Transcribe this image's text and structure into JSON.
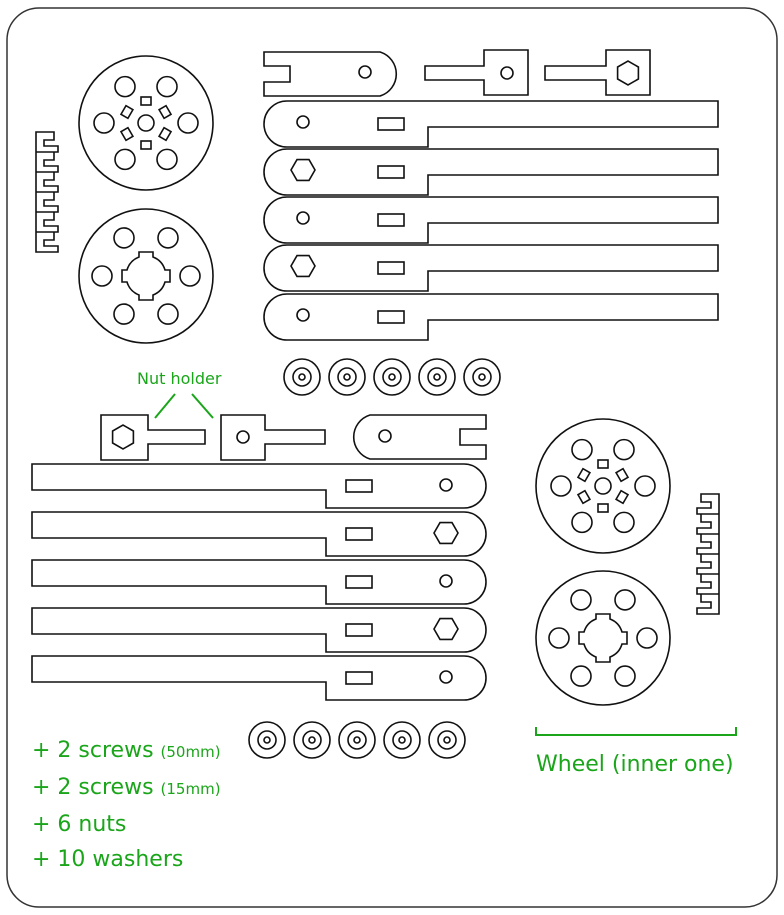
{
  "colors": {
    "outline": "#111111",
    "annotation": "#1aa51a",
    "background": "#ffffff",
    "frame": "#333333"
  },
  "labels": {
    "nut_holder": "Nut holder",
    "wheel": "Wheel (inner one)"
  },
  "extras": [
    {
      "text": "+ 2 screws",
      "detail": "(50mm)"
    },
    {
      "text": "+ 2 screws",
      "detail": "(15mm)"
    },
    {
      "text": "+ 6 nuts",
      "detail": ""
    },
    {
      "text": "+ 10 washers",
      "detail": ""
    }
  ],
  "parts": {
    "long_arms_per_group": 5,
    "washers_per_row": 5,
    "wheel_discs": 4,
    "clip_strips": 2
  }
}
